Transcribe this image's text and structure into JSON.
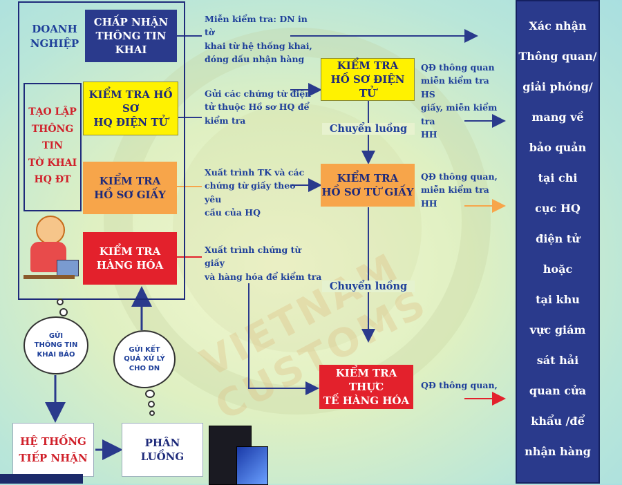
{
  "enterprise": {
    "title": "DOANH\nNGHIỆP"
  },
  "create_info": {
    "text": "TẠO LẬP\nTHÔNG TIN\nTỜ KHAI\nHQ ĐT"
  },
  "steps": {
    "accept": "CHẤP NHẬN\nTHÔNG TIN KHAI",
    "check_e_docs": "KIỂM TRA HỒ SƠ\nHQ ĐIỆN TỬ",
    "check_paper": "KIỂM TRA\nHỒ SƠ GIẤY",
    "check_goods": "KIỂM TRA\nHÀNG HÓA"
  },
  "notes": {
    "accept": "Miễn kiểm tra: DN in tờ\nkhai từ hệ thống khai,\nđóng dấu nhận hàng",
    "check_e_docs": "Gửi các chứng từ điện\ntử thuộc Hồ sơ HQ để\nkiểm tra",
    "check_paper": "Xuất trình TK và các\nchứng từ giấy theo yêu\ncầu của HQ",
    "check_goods": "Xuất trình chứng từ giấy\nvà hàng hóa để kiểm tra"
  },
  "middle": {
    "e_docs": "KIỂM TRA\nHỒ SƠ ĐIỆN TỬ",
    "paper_docs": "KIỂM TRA\nHỒ SƠ TỪ GIẤY",
    "actual_goods": "KIỂM TRA THỰC\nTẾ HÀNG HÓA",
    "switch_1": "Chuyển luồng",
    "switch_2": "Chuyển luồng"
  },
  "decisions": {
    "e_docs": "QĐ  thông  quan\nmiễn  kiểm tra HS\ngiấy,  miễn kiểm tra\nHH",
    "paper_docs": "QĐ  thông  quan,\nmiễn  kiểm  tra HH",
    "actual_goods": "QĐ thông quan,"
  },
  "clouds": {
    "send": "GỬI\nTHÔNG TIN\nKHAI BÁO",
    "result": "GỬI KẾT\nQUẢ XỬ LÝ\nCHO DN"
  },
  "systems": {
    "receive": "HỆ THỐNG\nTIẾP NHẬN",
    "routing": "PHÂN LUỒNG"
  },
  "right_panel": {
    "text": "Xác nhận\nThông quan/\ngiải phóng/\nmang về\nbảo quản\ntại chi\ncục HQ\nđiện tử\nhoặc\ntại khu\nvực giám\nsát hải\nquan cửa\nkhẩu /để\nnhận hàng"
  },
  "watermark": {
    "text": "VIETNAM CUSTOMS"
  },
  "colors": {
    "navy": "#2a3a8c",
    "yellow": "#fff200",
    "orange": "#f7a54a",
    "red": "#e3212c",
    "arrow_blue": "#2a3a8c",
    "arrow_orange": "#f7a54a",
    "arrow_red": "#e3212c"
  }
}
